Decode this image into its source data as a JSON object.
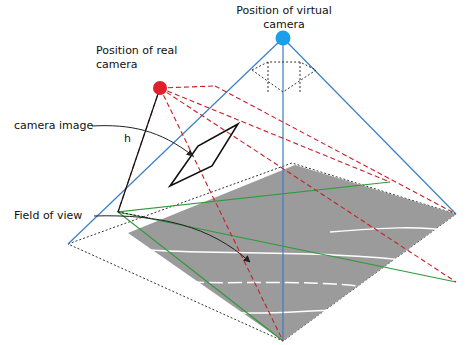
{
  "diagram": {
    "labels": [
      "Position of real camera",
      "Position of virtual camera",
      "camera image",
      "h",
      "Field of view"
    ]
  }
}
